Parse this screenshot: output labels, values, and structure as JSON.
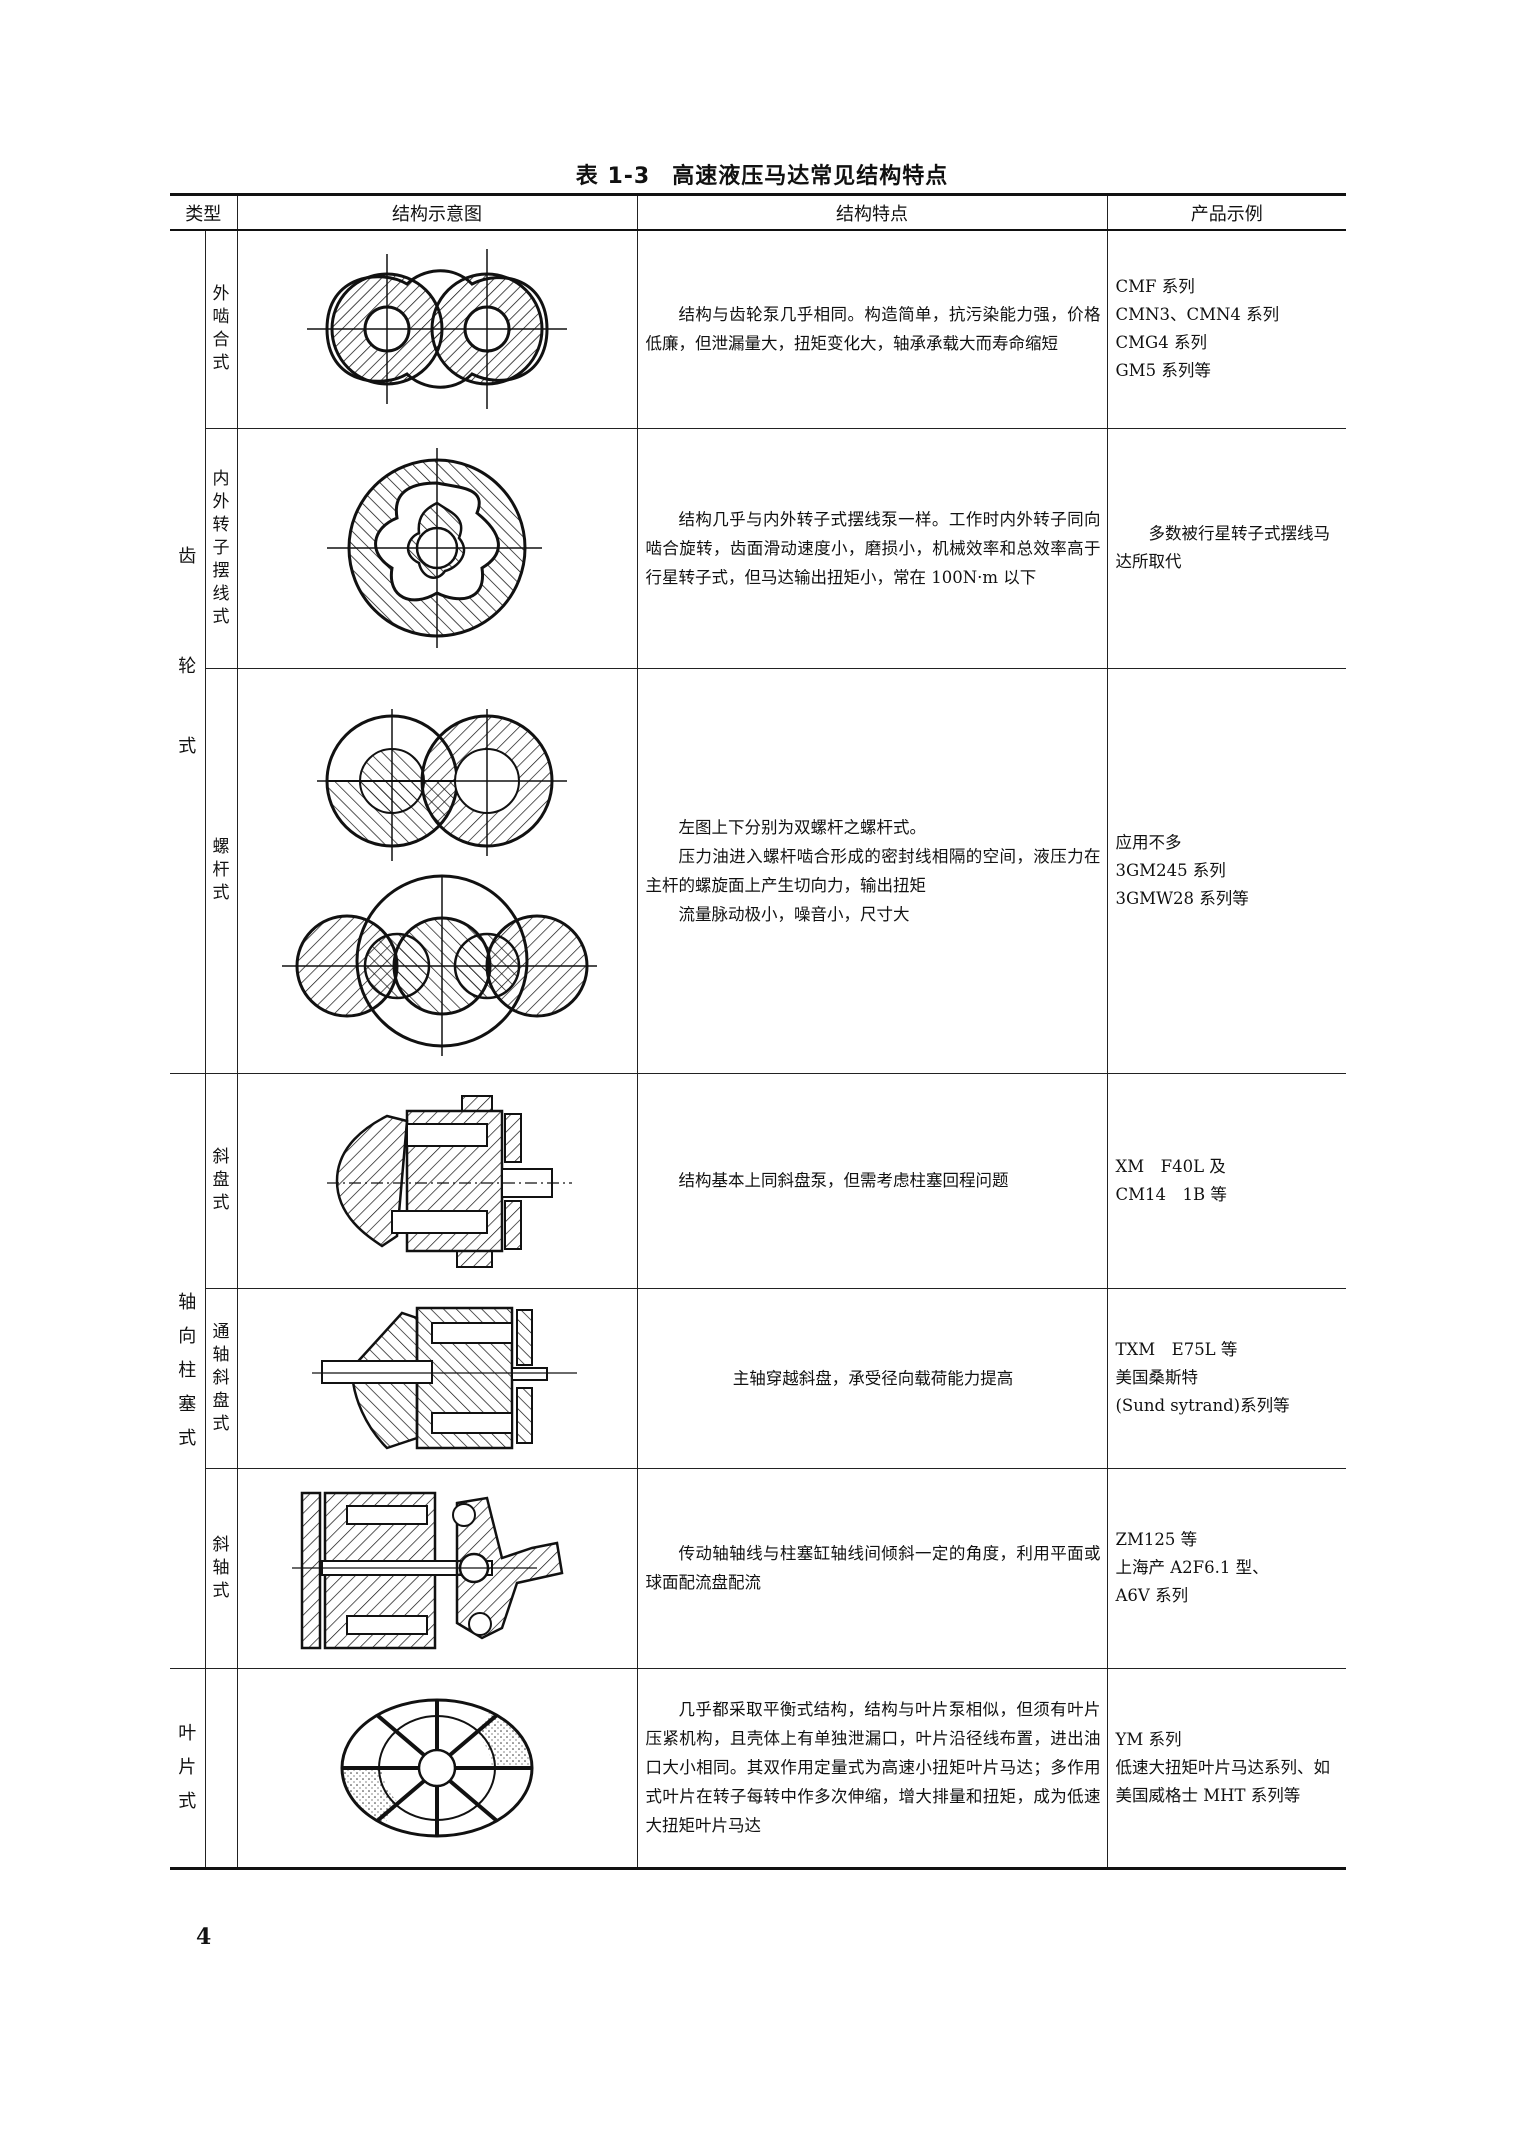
{
  "table": {
    "caption_number": "表 1-3",
    "caption_title": "高速液压马达常见结构特点",
    "headers": {
      "type": "类型",
      "diagram": "结构示意图",
      "features": "结构特点",
      "products": "产品示例"
    },
    "groups": [
      {
        "label": [
          "齿",
          "轮",
          "式"
        ]
      },
      {
        "label": [
          "轴",
          "向",
          "柱",
          "塞",
          "式"
        ]
      },
      {
        "label": [
          "叶",
          "片",
          "式"
        ]
      }
    ],
    "rows": [
      {
        "subtype": [
          "外",
          "啮",
          "合",
          "式"
        ],
        "diagram": "external-gear-motor-cross-section",
        "features": [
          "结构与齿轮泵几乎相同。构造简单，抗污染能力强，价格低廉，但泄漏量大，扭矩变化大，轴承承载大而寿命缩短"
        ],
        "products": [
          "CMF 系列",
          "CMN3、CMN4 系列",
          "CMG4 系列",
          "GM5 系列等"
        ]
      },
      {
        "subtype": [
          "内",
          "外",
          "转",
          "子",
          "摆",
          "线",
          "式"
        ],
        "diagram": "gerotor-motor-cross-section",
        "features": [
          "结构几乎与内外转子式摆线泵一样。工作时内外转子同向啮合旋转，齿面滑动速度小，磨损小，机械效率和总效率高于行星转子式，但马达输出扭矩小，常在 100N·m 以下"
        ],
        "products": [
          "多数被行星转子式摆线马达所取代"
        ]
      },
      {
        "subtype": [
          "螺",
          "杆",
          "式"
        ],
        "diagram": "twin-and-triple-screw-cross-sections",
        "features": [
          "左图上下分别为双螺杆之螺杆式。",
          "压力油进入螺杆啮合形成的密封线相隔的空间，液压力在主杆的螺旋面上产生切向力，输出扭矩",
          "流量脉动极小，噪音小，尺寸大"
        ],
        "products": [
          "应用不多",
          "3GM245 系列",
          "3GMW28 系列等"
        ]
      },
      {
        "subtype": [
          "斜",
          "盘",
          "式"
        ],
        "diagram": "swashplate-axial-piston-motor",
        "features": [
          "结构基本上同斜盘泵，但需考虑柱塞回程问题"
        ],
        "products": [
          "XM　F40L 及",
          "CM14　1B 等"
        ]
      },
      {
        "subtype": [
          "通",
          "轴",
          "斜",
          "盘",
          "式"
        ],
        "diagram": "through-shaft-swashplate-motor",
        "features": [
          "主轴穿越斜盘，承受径向载荷能力提高"
        ],
        "products": [
          "TXM　E75L 等",
          "美国桑斯特",
          "(Sund sytrand)系列等"
        ]
      },
      {
        "subtype": [
          "斜",
          "轴",
          "式"
        ],
        "diagram": "bent-axis-piston-motor",
        "features": [
          "传动轴轴线与柱塞缸轴线间倾斜一定的角度，利用平面或球面配流盘配流"
        ],
        "products": [
          "ZM125 等",
          "上海产 A2F6.1 型、",
          "A6V 系列"
        ]
      },
      {
        "subtype": [],
        "diagram": "balanced-vane-motor-cross-section",
        "features": [
          "几乎都采取平衡式结构，结构与叶片泵相似，但须有叶片压紧机构，且壳体上有单独泄漏口，叶片沿径线布置，进出油口大小相同。其双作用定量式为高速小扭矩叶片马达；多作用式叶片在转子每转中作多次伸缩，增大排量和扭矩，成为低速大扭矩叶片马达"
        ],
        "products": [
          "YM 系列",
          "低速大扭矩叶片马达系列、如美国威格士 MHT 系列等"
        ]
      }
    ]
  },
  "page_number": "4"
}
